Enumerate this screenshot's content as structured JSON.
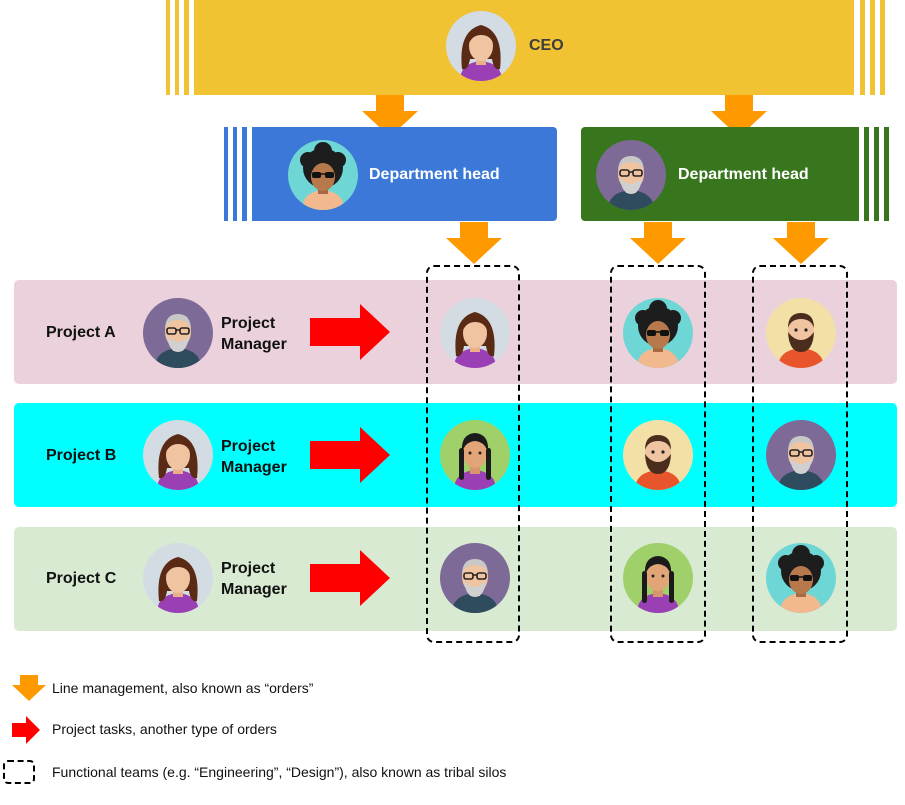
{
  "colors": {
    "ceo": "#f1c232",
    "dept_blue": "#3c78d8",
    "dept_green": "#38761d",
    "row_a": "#ead1dc",
    "row_b": "#00ffff",
    "row_c": "#d9ead3",
    "arrow_orange": "#ff9900",
    "arrow_red": "#ff0000"
  },
  "ceo": {
    "label": "CEO",
    "avatar": "woman-brown-hair"
  },
  "departments": [
    {
      "label": "Department head",
      "avatar": "person-afro-sunglasses"
    },
    {
      "label": "Department head",
      "avatar": "old-man-glasses"
    }
  ],
  "projects": [
    {
      "label": "Project A",
      "pm_label": "Project\nManager",
      "pm_avatar": "old-man-glasses",
      "members": [
        "woman-brown-hair",
        "person-afro-sunglasses",
        "man-beard"
      ]
    },
    {
      "label": "Project B",
      "pm_label": "Project\nManager",
      "pm_avatar": "woman-brown-hair",
      "members": [
        "woman-braids",
        "man-beard",
        "old-man-glasses"
      ]
    },
    {
      "label": "Project C",
      "pm_label": "Project\nManager",
      "pm_avatar": "woman-brown-hair",
      "members": [
        "old-man-glasses",
        "woman-braids",
        "person-afro-sunglasses"
      ]
    }
  ],
  "legend": {
    "line_management": "Line management, also known as “orders”",
    "project_tasks": "Project tasks, another type of orders",
    "functional_teams": "Functional teams (e.g. “Engineering”, “Design”), also known as tribal silos"
  }
}
